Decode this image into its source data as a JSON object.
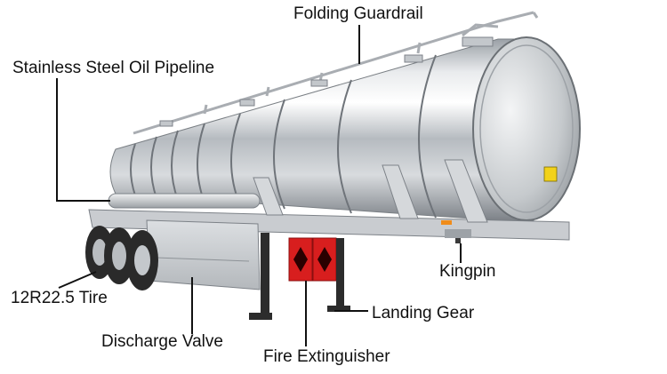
{
  "labels": {
    "folding_guardrail": "Folding Guardrail",
    "stainless_pipeline": "Stainless Steel Oil Pipeline",
    "kingpin": "Kingpin",
    "tire": "12R22.5 Tire",
    "landing_gear": "Landing Gear",
    "discharge_valve": "Discharge Valve",
    "fire_extinguisher": "Fire Extinguisher"
  },
  "colors": {
    "leader_line": "#111111",
    "tank_light": "#e8eaec",
    "tank_dark": "#8e9399",
    "chassis": "#c9ccd0",
    "fire_box": "#d81e1e",
    "warning_sticker": "#f2d21a",
    "tire": "#2a2a2a"
  }
}
